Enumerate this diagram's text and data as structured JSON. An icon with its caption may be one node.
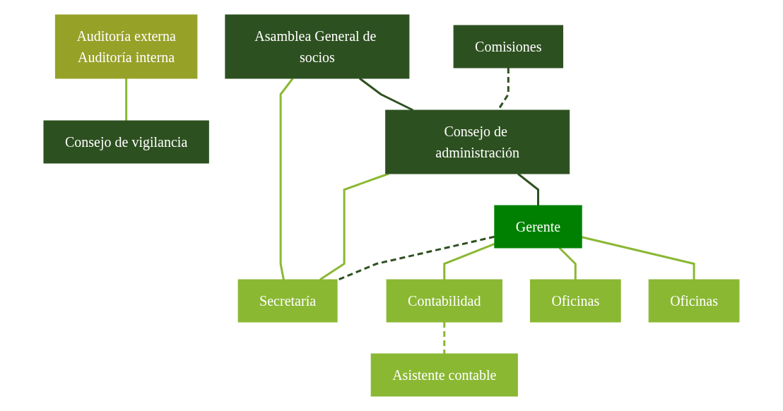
{
  "diagram": {
    "nodes": [
      {
        "text": [
          "Asamblea General de socios"
        ]
      },
      {
        "text": [
          "Auditoría externa",
          "Auditoría interna"
        ]
      },
      {
        "text": [
          "Consejo de vigilancia"
        ]
      },
      {
        "text": [
          "Consejo de administración"
        ]
      },
      {
        "text": [
          "Comisiones"
        ]
      },
      {
        "text": [
          "Gerente"
        ]
      },
      {
        "text": [
          "Secretaría"
        ]
      },
      {
        "text": [
          "Contabilidad"
        ]
      },
      {
        "text": [
          "Asistente contable"
        ]
      },
      {
        "text": [
          "Oficinas"
        ]
      },
      {
        "text": [
          "Oficinas"
        ]
      }
    ],
    "edges": [
      {
        "from": 0,
        "to": 3,
        "arrow": "none",
        "color": "#2d5020"
      },
      {
        "from": 1,
        "to": 2,
        "arrow": "none"
      },
      {
        "from": 0,
        "to": 6,
        "arrow": "none"
      },
      {
        "from": 3,
        "to": 6,
        "arrow": "none"
      },
      {
        "from": 4,
        "to": 3,
        "arrow": "none",
        "style": "dashed",
        "color": "#2d5020"
      },
      {
        "from": 3,
        "to": 5,
        "arrow": "none",
        "color": "#2d5020"
      },
      {
        "from": 5,
        "to": 6,
        "arrow": "none",
        "style": "dashed",
        "color": "#2d5020"
      },
      {
        "from": 5,
        "to": 7,
        "arrow": "none"
      },
      {
        "from": 7,
        "to": 8,
        "arrow": "none",
        "style": "dashed"
      },
      {
        "from": 5,
        "to": 9,
        "arrow": "none"
      },
      {
        "from": 5,
        "to": 10,
        "arrow": "none"
      }
    ]
  }
}
